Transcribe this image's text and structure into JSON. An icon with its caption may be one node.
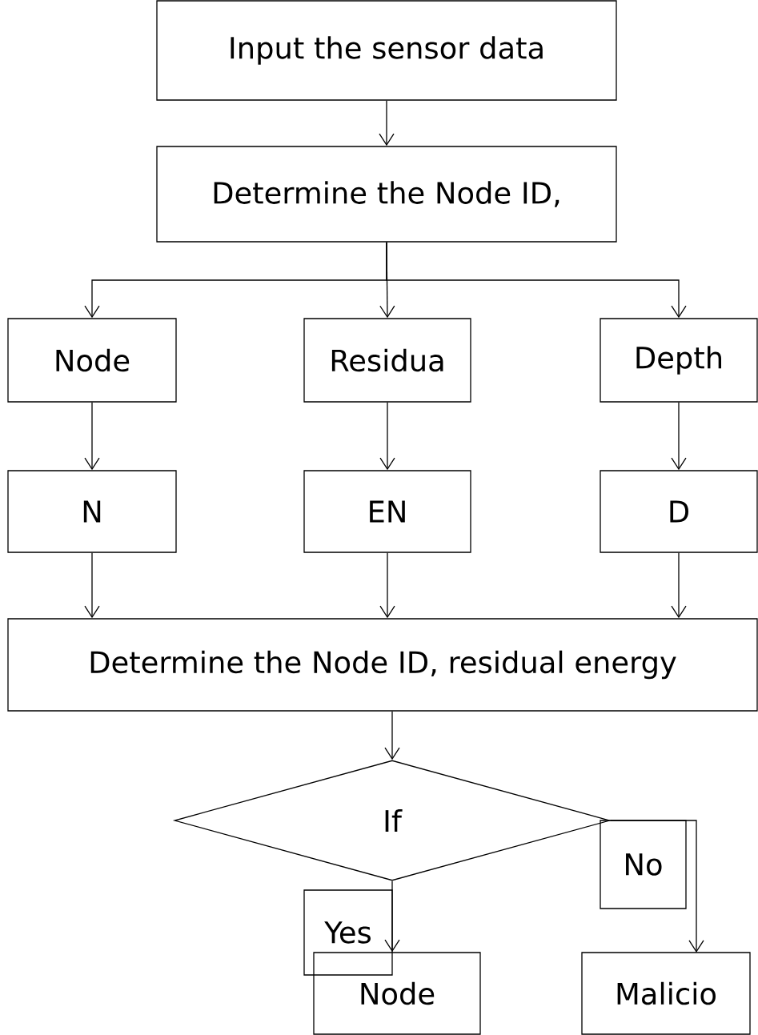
{
  "diagram": {
    "nodes": [
      {
        "text": [
          "Input the sensor data"
        ]
      },
      {
        "text": [
          "Determine the Node ID,"
        ]
      },
      {
        "text": [
          "Node"
        ]
      },
      {
        "text": [
          "Residua"
        ]
      },
      {
        "text": [
          "Depth"
        ]
      },
      {
        "text": [
          "N"
        ]
      },
      {
        "text": [
          "EN"
        ]
      },
      {
        "text": [
          "D"
        ]
      },
      {
        "text": [
          "Determine the Node ID, residual energy"
        ]
      },
      {
        "text": [
          "If"
        ]
      },
      {
        "text": [
          "No"
        ]
      },
      {
        "text": [
          "Yes"
        ]
      },
      {
        "text": [
          "Node"
        ]
      },
      {
        "text": [
          "Malicio"
        ]
      }
    ],
    "edges": [
      {
        "from": 0,
        "to": 1,
        "arrow": "to"
      },
      {
        "from": 1,
        "to": 2,
        "arrow": "to"
      },
      {
        "from": 1,
        "to": 3,
        "arrow": "to"
      },
      {
        "from": 1,
        "to": 4,
        "arrow": "to"
      },
      {
        "from": 2,
        "to": 5,
        "arrow": "to"
      },
      {
        "from": 3,
        "to": 6,
        "arrow": "to"
      },
      {
        "from": 4,
        "to": 7,
        "arrow": "to"
      },
      {
        "from": 5,
        "to": 8,
        "arrow": "to"
      },
      {
        "from": 6,
        "to": 8,
        "arrow": "to"
      },
      {
        "from": 7,
        "to": 8,
        "arrow": "to"
      },
      {
        "from": 8,
        "to": 9,
        "arrow": "to"
      },
      {
        "from": 9,
        "to": 12,
        "arrow": "to"
      },
      {
        "from": 9,
        "to": 13,
        "arrow": "to"
      }
    ]
  }
}
